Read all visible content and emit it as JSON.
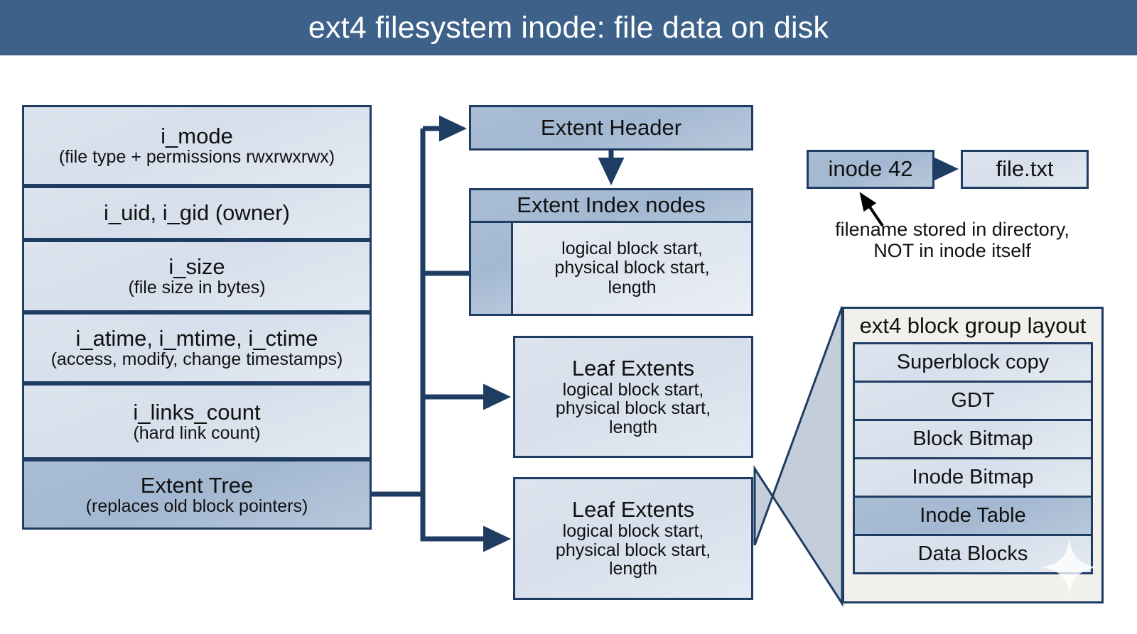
{
  "title": "ext4 filesystem inode: file data on disk",
  "colors": {
    "title_bar": "#3d6189",
    "border": "#1f3d63",
    "fill_light": "#dde4ee",
    "fill_dark": "#a9bdd4",
    "panel_bg": "#f2f0ec",
    "text": "#111111"
  },
  "inode_table": {
    "name": "inode structure fields",
    "rows": [
      {
        "main": "i_mode",
        "sub": "(file type + permissions rwxrwxrwx)",
        "highlight": false
      },
      {
        "main": "i_uid, i_gid (owner)",
        "sub": "",
        "highlight": false
      },
      {
        "main": "i_size",
        "sub": "(file size in bytes)",
        "highlight": false
      },
      {
        "main": "i_atime, i_mtime, i_ctime",
        "sub": "(access, modify, change timestamps)",
        "highlight": false
      },
      {
        "main": "i_links_count",
        "sub": "(hard link count)",
        "highlight": false
      },
      {
        "main": "Extent Tree",
        "sub": "(replaces old block pointers)",
        "highlight": true
      }
    ]
  },
  "extent_tree": {
    "header": {
      "label": "Extent Header"
    },
    "index_nodes": {
      "label": "Extent Index nodes",
      "detail": [
        "logical block start,",
        "physical block start,",
        "length"
      ]
    },
    "leaf_extents": [
      {
        "label": "Leaf Extents",
        "detail": [
          "logical block start,",
          "physical block start,",
          "length"
        ]
      },
      {
        "label": "Leaf Extents",
        "detail": [
          "logical block start,",
          "physical block start,",
          "length"
        ]
      }
    ]
  },
  "directory_entry": {
    "inode_box": "inode 42",
    "file_box": "file.txt",
    "note": [
      "filename stored in directory,",
      "NOT in inode itself"
    ]
  },
  "block_group": {
    "title": "ext4 block group layout",
    "rows": [
      {
        "label": "Superblock copy",
        "highlight": false
      },
      {
        "label": "GDT",
        "highlight": false
      },
      {
        "label": "Block Bitmap",
        "highlight": false
      },
      {
        "label": "Inode Bitmap",
        "highlight": false
      },
      {
        "label": "Inode Table",
        "highlight": true
      },
      {
        "label": "Data Blocks",
        "highlight": false
      }
    ]
  }
}
